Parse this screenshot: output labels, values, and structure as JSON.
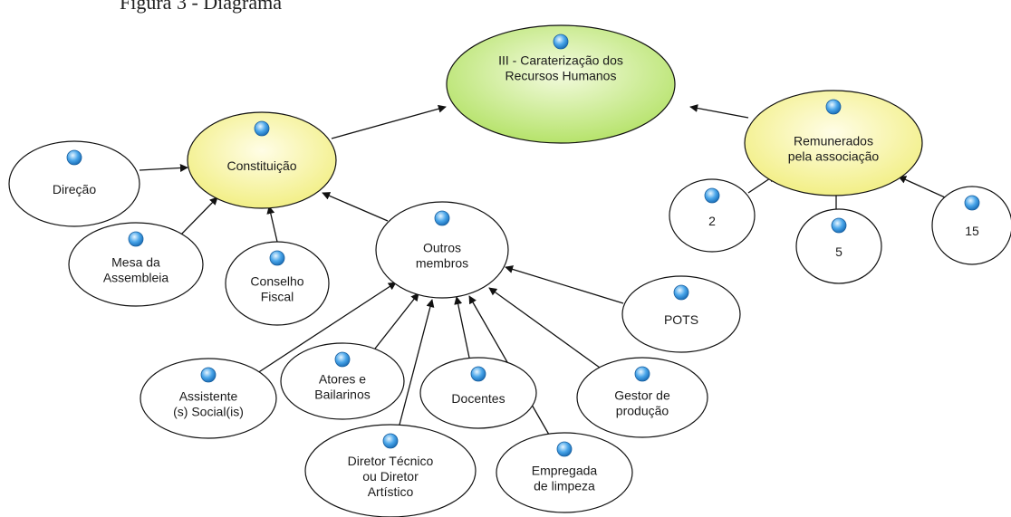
{
  "caption": "Figura 3 - Diagrama",
  "diagram": {
    "nodes": [
      {
        "id": "rh",
        "lines": [
          "III - Caraterização dos",
          "Recursos Humanos"
        ],
        "style": "green"
      },
      {
        "id": "constituicao",
        "lines": [
          "Constituição"
        ],
        "style": "yellow"
      },
      {
        "id": "remunerados",
        "lines": [
          "Remunerados",
          "pela associação"
        ],
        "style": "yellow"
      },
      {
        "id": "direcao",
        "lines": [
          "Direção"
        ],
        "style": "white"
      },
      {
        "id": "mesa",
        "lines": [
          "Mesa da",
          "Assembleia"
        ],
        "style": "white"
      },
      {
        "id": "conselho",
        "lines": [
          "Conselho",
          "Fiscal"
        ],
        "style": "white"
      },
      {
        "id": "outros",
        "lines": [
          "Outros",
          "membros"
        ],
        "style": "white"
      },
      {
        "id": "n2",
        "lines": [
          "2"
        ],
        "style": "white"
      },
      {
        "id": "n5",
        "lines": [
          "5"
        ],
        "style": "white"
      },
      {
        "id": "n15",
        "lines": [
          "15"
        ],
        "style": "white"
      },
      {
        "id": "pots",
        "lines": [
          "POTS"
        ],
        "style": "white"
      },
      {
        "id": "assistente",
        "lines": [
          "Assistente",
          "(s) Social(is)"
        ],
        "style": "white"
      },
      {
        "id": "atores",
        "lines": [
          "Atores e",
          "Bailarinos"
        ],
        "style": "white"
      },
      {
        "id": "docentes",
        "lines": [
          "Docentes"
        ],
        "style": "white"
      },
      {
        "id": "gestor",
        "lines": [
          "Gestor de",
          "produção"
        ],
        "style": "white"
      },
      {
        "id": "diretor",
        "lines": [
          "Diretor Técnico",
          "ou Diretor",
          "Artístico"
        ],
        "style": "white"
      },
      {
        "id": "empregada",
        "lines": [
          "Empregada",
          "de limpeza"
        ],
        "style": "white"
      }
    ],
    "edges": [
      {
        "from": "constituicao",
        "to": "rh"
      },
      {
        "from": "remunerados",
        "to": "rh"
      },
      {
        "from": "direcao",
        "to": "constituicao"
      },
      {
        "from": "mesa",
        "to": "constituicao"
      },
      {
        "from": "conselho",
        "to": "constituicao"
      },
      {
        "from": "outros",
        "to": "constituicao"
      },
      {
        "from": "n2",
        "to": "remunerados"
      },
      {
        "from": "n5",
        "to": "remunerados"
      },
      {
        "from": "n15",
        "to": "remunerados"
      },
      {
        "from": "pots",
        "to": "outros"
      },
      {
        "from": "assistente",
        "to": "outros"
      },
      {
        "from": "atores",
        "to": "outros"
      },
      {
        "from": "docentes",
        "to": "outros"
      },
      {
        "from": "gestor",
        "to": "outros"
      },
      {
        "from": "diretor",
        "to": "outros"
      },
      {
        "from": "empregada",
        "to": "outros"
      }
    ],
    "colors": {
      "green": [
        "#f4fbe0",
        "#b6e36b"
      ],
      "yellow": [
        "#fffde6",
        "#f2ef86"
      ],
      "white": [
        "#ffffff",
        "#ffffff"
      ],
      "stroke": "#111111",
      "marker": [
        "#e8f6ff",
        "#4aa6ea",
        "#1b6fb8"
      ]
    }
  }
}
